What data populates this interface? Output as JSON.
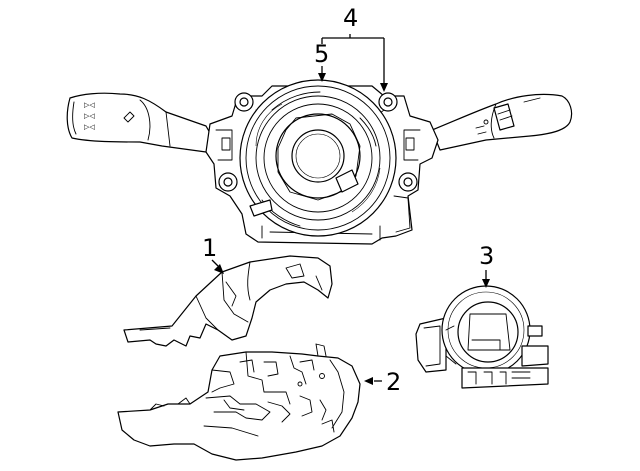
{
  "diagram": {
    "callouts": {
      "c1": "1",
      "c2": "2",
      "c3": "3",
      "c4": "4",
      "c5": "5"
    },
    "lever_markings": {
      "left_top": "▷◁",
      "left_mid": "▷◁",
      "left_bot": "▷◁"
    },
    "line_color": "#000000",
    "background_color": "#ffffff"
  }
}
